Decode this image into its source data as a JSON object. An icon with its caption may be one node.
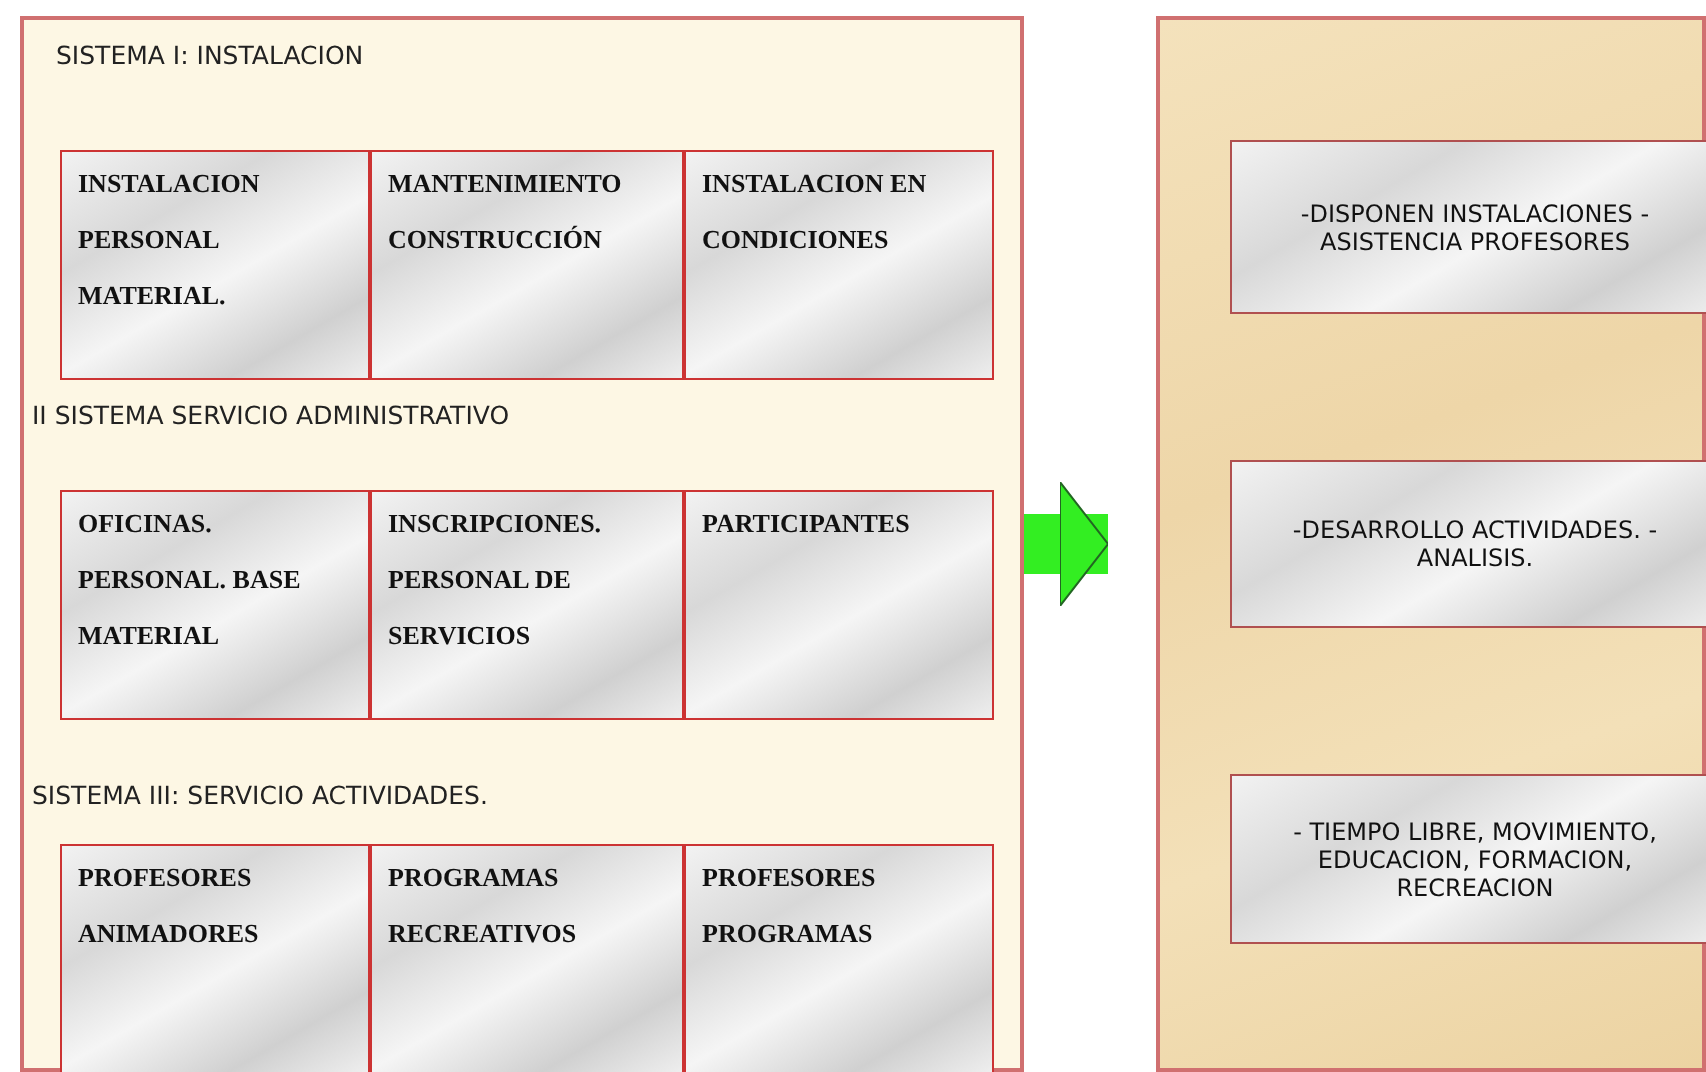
{
  "diagram": {
    "nodes": [
      {
        "text": [
          "SISTEMA I: INSTALACION",
          "II SISTEMA SERVICIO ADMINISTRATIVO",
          "SISTEMA III: SERVICIO ACTIVIDADES."
        ]
      },
      {
        "text": [
          "INSTALACION PERSONAL MATERIAL."
        ],
        "in": 0
      },
      {
        "text": [
          "MANTENIMIENTO CONSTRUCCIÓN"
        ],
        "in": 0
      },
      {
        "text": [
          "INSTALACION EN CONDICIONES"
        ],
        "in": 0
      },
      {
        "text": [
          "OFICINAS. PERSONAL. BASE MATERIAL"
        ],
        "in": 0
      },
      {
        "text": [
          "INSCRIPCIONES. PERSONAL DE SERVICIOS"
        ],
        "in": 0
      },
      {
        "text": [
          "PARTICIPANTES"
        ],
        "in": 0
      },
      {
        "text": [
          "PROFESORES ANIMADORES"
        ],
        "in": 0
      },
      {
        "text": [
          "PROGRAMAS RECREATIVOS"
        ],
        "in": 0
      },
      {
        "text": [
          "PROFESORES PROGRAMAS"
        ],
        "in": 0
      },
      {
        "text": [],
        "shape": "box"
      },
      {
        "text": [
          "-DISPONEN INSTALACIONES - ASISTENCIA PROFESORES"
        ],
        "in": 10
      },
      {
        "text": [
          "-DESARROLLO ACTIVIDADES. - ANALISIS."
        ],
        "in": 10
      },
      {
        "text": [
          "- TIEMPO LIBRE, MOVIMIENTO, EDUCACION, FORMACION, RECREACION"
        ],
        "in": 10
      }
    ],
    "edges": [
      {
        "from": 0,
        "to": 10,
        "arrow": "to",
        "color": "#33ee22"
      }
    ]
  }
}
